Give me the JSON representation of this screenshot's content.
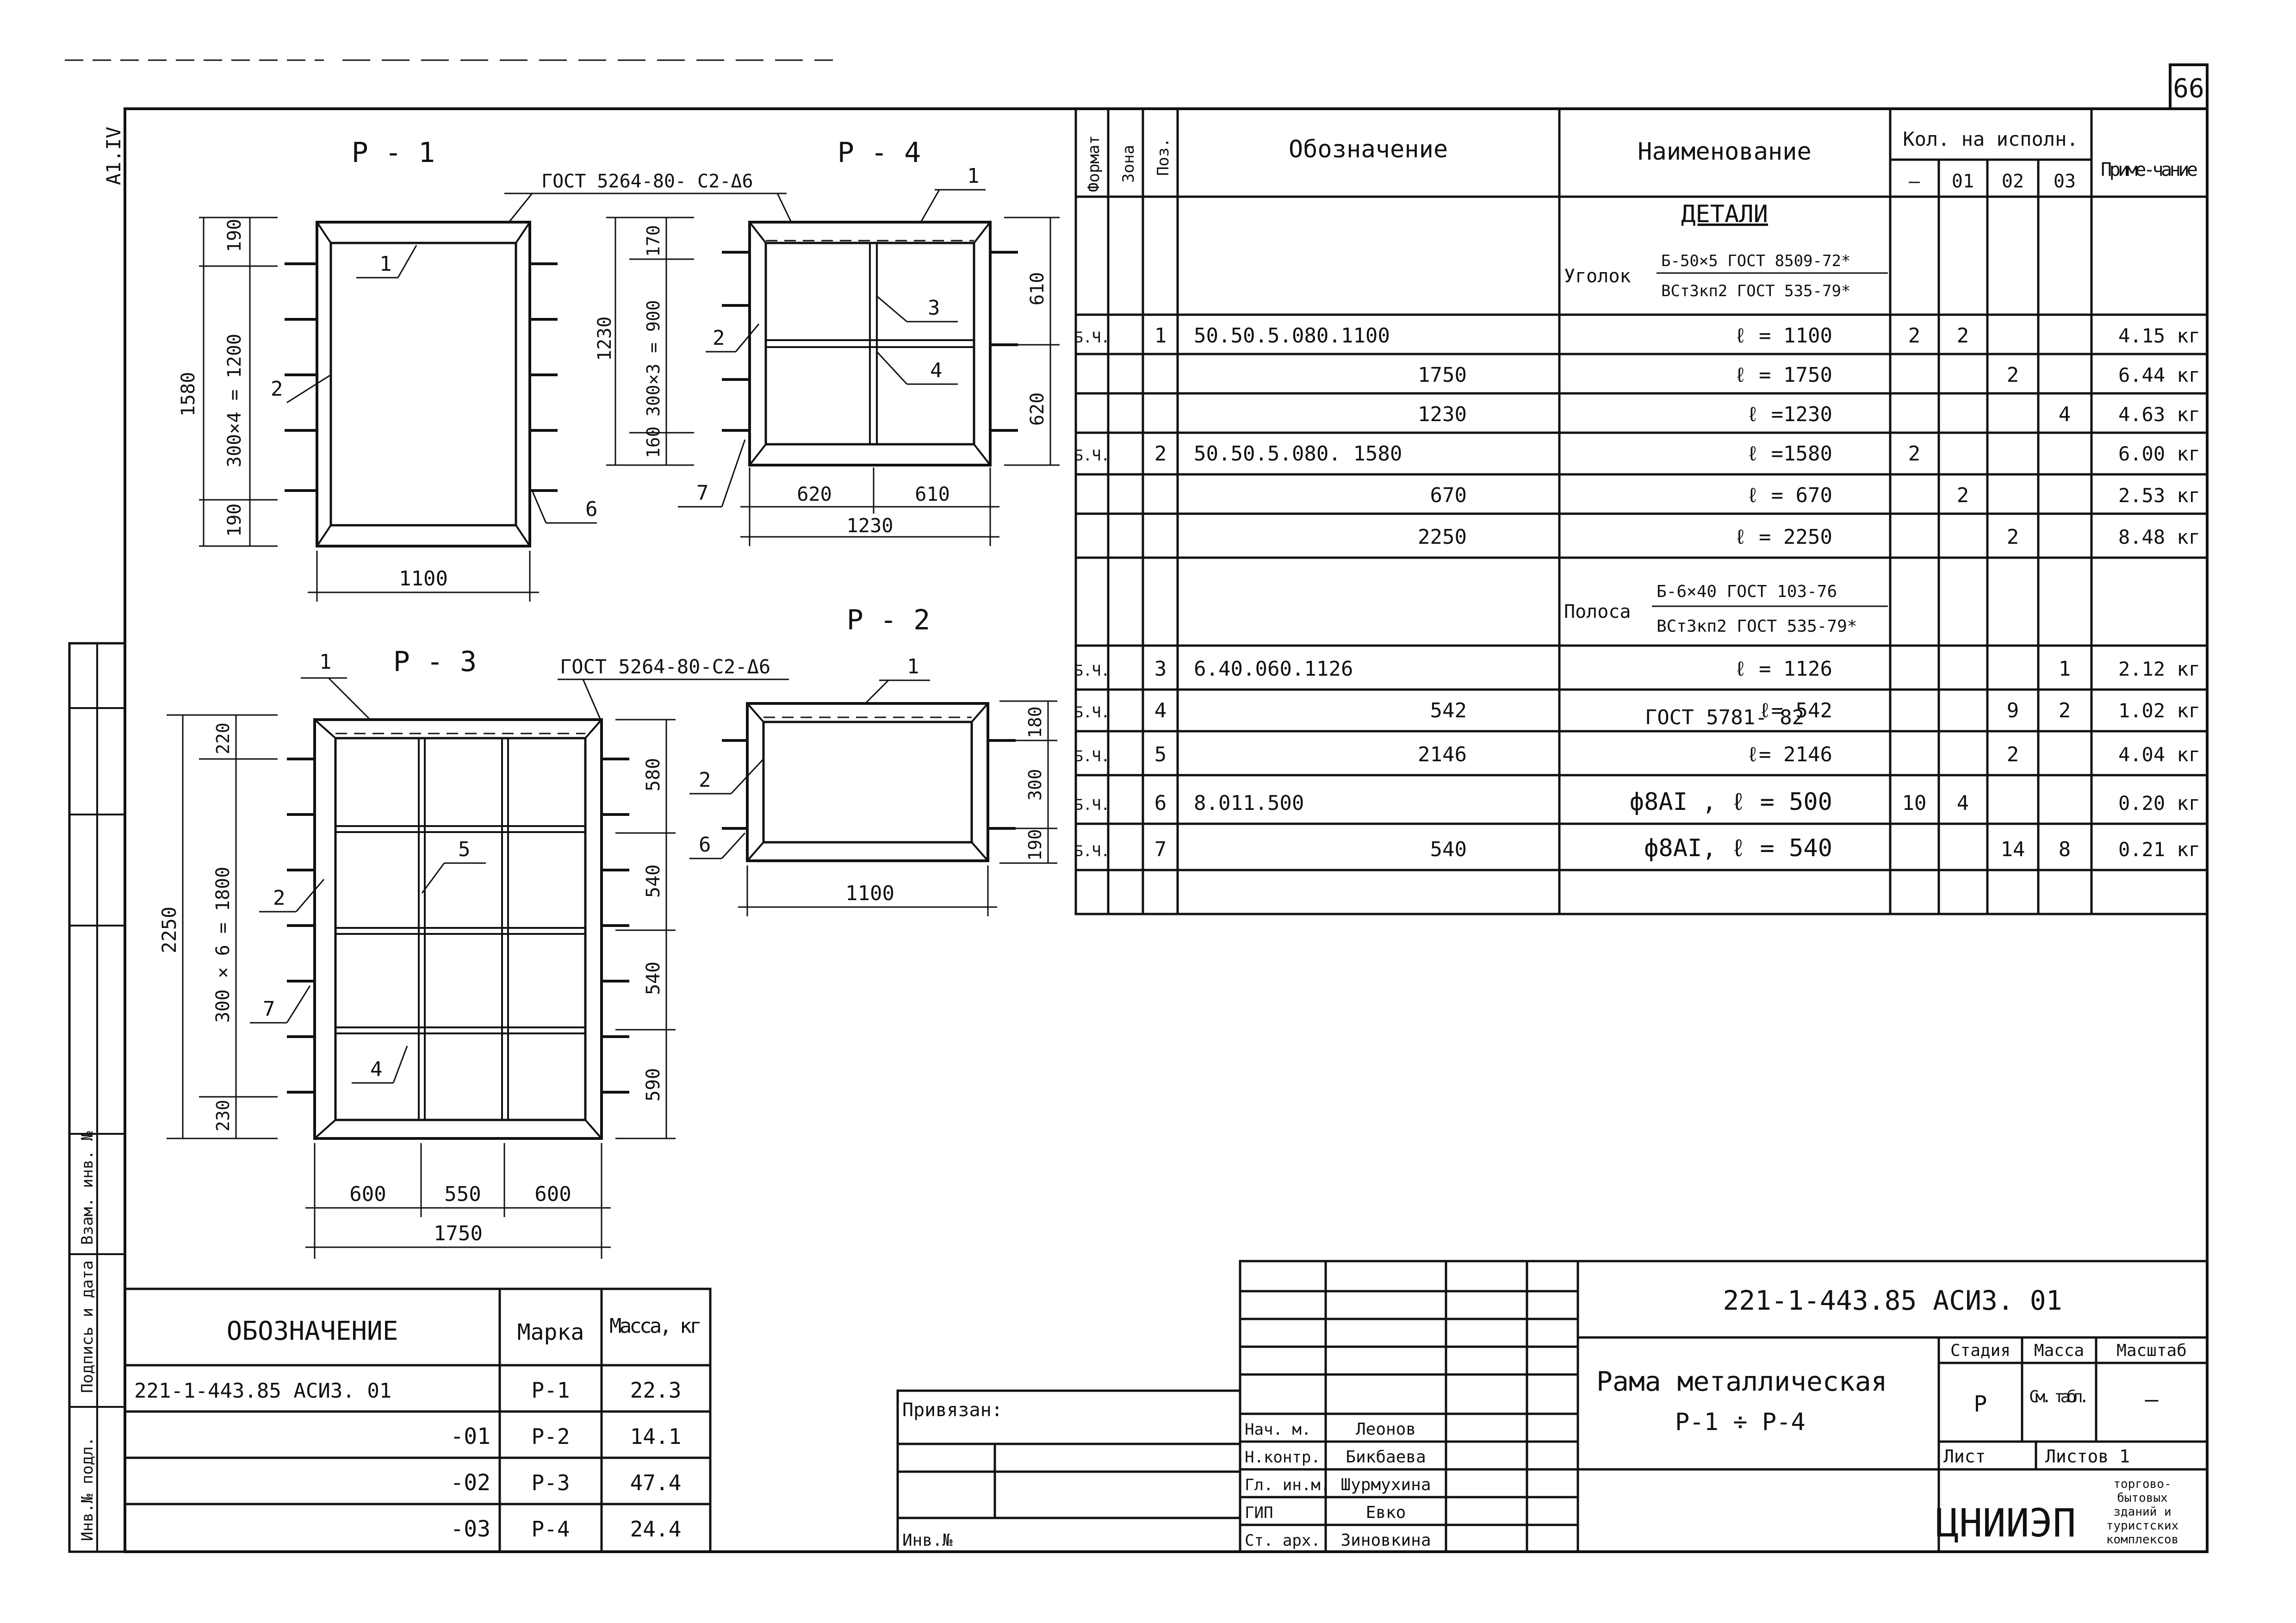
{
  "sheet_number": "66",
  "side_label": "А1.IV",
  "side_stamps": [
    "Инв.№ подл.",
    "Подпись и дата",
    "Взам. инв. №"
  ],
  "frames": {
    "p1": {
      "title": "Р - 1",
      "gost": "ГОСТ 5264-80- С2-Δ6",
      "dims": {
        "top": "190",
        "mid": "300×4 = 1200",
        "bot": "190",
        "total_h": "1580",
        "width": "1100"
      },
      "pos": [
        "1",
        "2",
        "6"
      ]
    },
    "p4": {
      "title": "Р - 4",
      "dims": {
        "top": "170",
        "mid": "300×3 = 900",
        "bot": "160",
        "total_h": "1230",
        "right_top": "610",
        "right_bot": "620",
        "w_left": "620",
        "w_right": "610",
        "width": "1230"
      },
      "pos": [
        "1",
        "2",
        "3",
        "4",
        "7"
      ]
    },
    "p3": {
      "title": "Р - 3",
      "gost": "ГОСТ 5264-80-С2-Δ6",
      "dims": {
        "top": "220",
        "mid": "300 × 6 = 1800",
        "bot": "230",
        "total_h": "2250",
        "r1": "580",
        "r2": "540",
        "r3": "540",
        "r4": "590",
        "w1": "600",
        "w2": "550",
        "w3": "600",
        "width": "1750"
      },
      "pos": [
        "1",
        "2",
        "4",
        "5",
        "7"
      ]
    },
    "p2": {
      "title": "Р - 2",
      "dims": {
        "top": "180",
        "mid": "300",
        "bot": "190",
        "width": "1100"
      },
      "pos": [
        "1",
        "2",
        "6"
      ]
    }
  },
  "spec": {
    "headers": {
      "format": "Формат",
      "zone": "Зона",
      "pos": "Поз.",
      "designation": "Обозначение",
      "name": "Наименование",
      "qty": "Кол. на исполн.",
      "qty_cols": [
        "–",
        "01",
        "02",
        "03"
      ],
      "note": "Приме-чание"
    },
    "section": "ДЕТАЛИ",
    "angle_label": "Уголок",
    "angle_top": "Б-50×5 ГОСТ 8509-72*",
    "angle_bottom": "ВСт3кп2 ГОСТ 535-79*",
    "strip_label": "Полоса",
    "strip_top": "Б-6×40 ГОСТ 103-76",
    "strip_bottom": "ВСт3кп2 ГОСТ 535-79*",
    "gost_rod": "ГОСТ 5781- 82",
    "rows": [
      {
        "fmt": "Б.Ч.",
        "pos": "1",
        "des": "50.50.5.080.1100",
        "name": "ℓ = 1100",
        "q0": "2",
        "q1": "2",
        "q2": "",
        "q3": "",
        "note": "4.15 кг"
      },
      {
        "fmt": "",
        "pos": "",
        "des": "1750",
        "name": "ℓ = 1750",
        "q0": "",
        "q1": "",
        "q2": "2",
        "q3": "",
        "note": "6.44 кг"
      },
      {
        "fmt": "",
        "pos": "",
        "des": "1230",
        "name": "ℓ =1230",
        "q0": "",
        "q1": "",
        "q2": "",
        "q3": "4",
        "note": "4.63 кг"
      },
      {
        "fmt": "Б.Ч.",
        "pos": "2",
        "des": "50.50.5.080. 1580",
        "name": "ℓ =1580",
        "q0": "2",
        "q1": "",
        "q2": "",
        "q3": "",
        "note": "6.00 кг"
      },
      {
        "fmt": "",
        "pos": "",
        "des": "670",
        "name": "ℓ = 670",
        "q0": "",
        "q1": "2",
        "q2": "",
        "q3": "",
        "note": "2.53 кг"
      },
      {
        "fmt": "",
        "pos": "",
        "des": "2250",
        "name": "ℓ = 2250",
        "q0": "",
        "q1": "",
        "q2": "2",
        "q3": "",
        "note": "8.48 кг"
      },
      {
        "fmt": "Б.Ч.",
        "pos": "3",
        "des": "6.40.060.1126",
        "name": "ℓ = 1126",
        "q0": "",
        "q1": "",
        "q2": "",
        "q3": "1",
        "note": "2.12 кг"
      },
      {
        "fmt": "Б.Ч.",
        "pos": "4",
        "des": "542",
        "name": "ℓ= 542",
        "q0": "",
        "q1": "",
        "q2": "9",
        "q3": "2",
        "note": "1.02 кг"
      },
      {
        "fmt": "Б.Ч.",
        "pos": "5",
        "des": "2146",
        "name": "ℓ= 2146",
        "q0": "",
        "q1": "",
        "q2": "2",
        "q3": "",
        "note": "4.04 кг"
      },
      {
        "fmt": "Б.Ч.",
        "pos": "6",
        "des": "8.011.500",
        "name": "ф8АI , ℓ = 500",
        "q0": "10",
        "q1": "4",
        "q2": "",
        "q3": "",
        "note": "0.20 кг"
      },
      {
        "fmt": "Б.Ч.",
        "pos": "7",
        "des": "540",
        "name": "ф8АI, ℓ = 540",
        "q0": "",
        "q1": "",
        "q2": "14",
        "q3": "8",
        "note": "0.21 кг"
      }
    ]
  },
  "mass_table": {
    "headers": {
      "des": "ОБОЗНАЧЕНИЕ",
      "mark": "Марка",
      "mass": "Масса, кг"
    },
    "rows": [
      {
        "des": "221-1-443.85 АСИ3. 01",
        "mark": "Р-1",
        "mass": "22.3"
      },
      {
        "des": "-01",
        "mark": "Р-2",
        "mass": "14.1"
      },
      {
        "des": "-02",
        "mark": "Р-3",
        "mass": "47.4"
      },
      {
        "des": "-03",
        "mark": "Р-4",
        "mass": "24.4"
      }
    ]
  },
  "binding": {
    "label": "Привязан:",
    "inv": "Инв.№"
  },
  "title_block": {
    "code": "221-1-443.85   АСИ3. 01",
    "title_line1": "Рама металлическая",
    "title_line2": "Р-1 ÷ Р-4",
    "stage_h": "Стадия",
    "mass_h": "Масса",
    "scale_h": "Масштаб",
    "stage": "Р",
    "mass": "См. табл.",
    "scale": "—",
    "sheet_h": "Лист",
    "sheets_h": "Листов 1",
    "org": "ЦНИИЭП",
    "org_sub": [
      "торгово-",
      "бытовых",
      "зданий и",
      "туристских",
      "комплексов"
    ],
    "people": [
      {
        "role": "Нач. м.",
        "name": "Леонов"
      },
      {
        "role": "Н.контр.",
        "name": "Бикбаева"
      },
      {
        "role": "Гл. ин.м.",
        "name": "Шурмухина"
      },
      {
        "role": "ГИП",
        "name": "Евко"
      },
      {
        "role": "Ст. арх.",
        "name": "Зиновкина"
      }
    ]
  }
}
